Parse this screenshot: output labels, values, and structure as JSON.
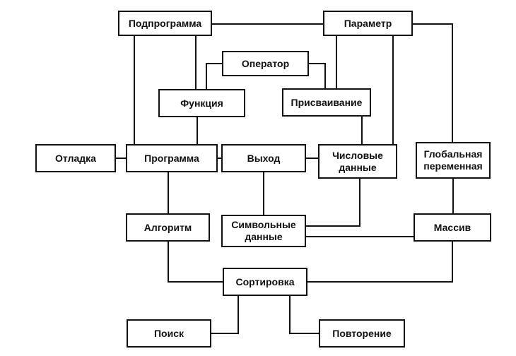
{
  "diagram": {
    "nodes": {
      "podprogramma": {
        "label": "Подпрограмма"
      },
      "parametr": {
        "label": "Параметр"
      },
      "operator": {
        "label": "Оператор"
      },
      "funkciya": {
        "label": "Функция"
      },
      "prisvaivanie": {
        "label": "Присваивание"
      },
      "otladka": {
        "label": "Отладка"
      },
      "programma": {
        "label": "Программа"
      },
      "vyhod": {
        "label": "Выход"
      },
      "chislovye": {
        "line1": "Числовые",
        "line2": "данные"
      },
      "globalnaya": {
        "line1": "Глобальная",
        "line2": "переменная"
      },
      "algoritm": {
        "label": "Алгоритм"
      },
      "simvolnye": {
        "line1": "Символьные",
        "line2": "данные"
      },
      "massiv": {
        "label": "Массив"
      },
      "sortirovka": {
        "label": "Сортировка"
      },
      "poisk": {
        "label": "Поиск"
      },
      "povtorenie": {
        "label": "Повторение"
      }
    },
    "line_color": "#111111",
    "box_border_color": "#111111"
  }
}
